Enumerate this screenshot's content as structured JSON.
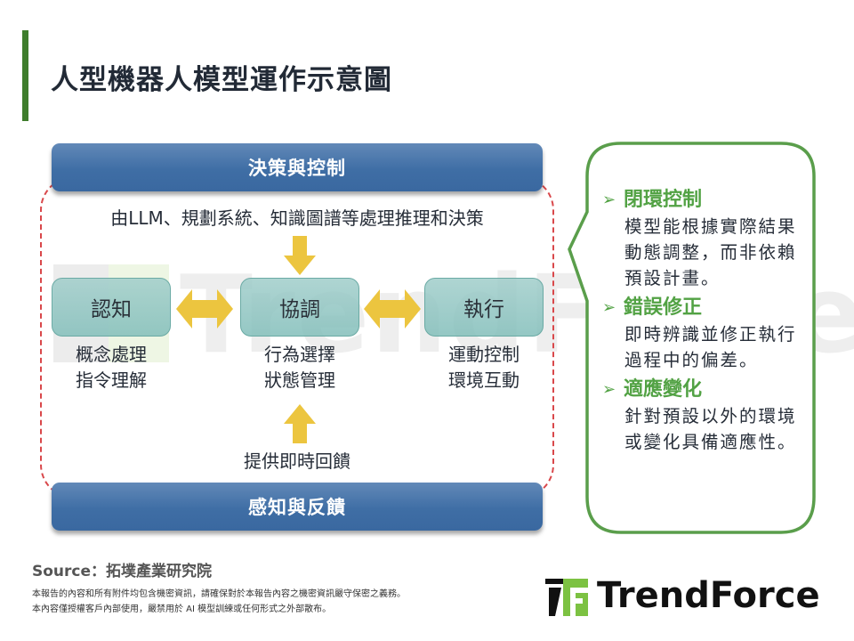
{
  "title": "人型機器人模型運作示意圖",
  "watermark": "TrendForce",
  "diagram": {
    "top_banner": "決策與控制",
    "top_description": "由LLM、規劃系統、知識圖譜等處理推理和決策",
    "nodes": [
      {
        "label": "認知",
        "details": [
          "概念處理",
          "指令理解"
        ]
      },
      {
        "label": "協調",
        "details": [
          "行為選擇",
          "狀態管理"
        ]
      },
      {
        "label": "執行",
        "details": [
          "運動控制",
          "環境互動"
        ]
      }
    ],
    "bottom_description": "提供即時回饋",
    "bottom_banner": "感知與反饋",
    "colors": {
      "banner": "#3f6ea5",
      "node_fill": "#a0cdca",
      "arrow": "#ecc53f",
      "dashed_border": "#d9484b",
      "callout_border": "#5a9e4b",
      "callout_heading": "#52a244",
      "accent_bar": "#3e7d2c"
    }
  },
  "callout": {
    "items": [
      {
        "icon": "arrowhead-bullet",
        "heading": "閉環控制",
        "body": "模型能根據實際結果動態調整，而非依賴預設計畫。"
      },
      {
        "icon": "arrowhead-bullet",
        "heading": "錯誤修正",
        "body": "即時辨識並修正執行過程中的偏差。"
      },
      {
        "icon": "arrowhead-bullet",
        "heading": "適應變化",
        "body": "針對預設以外的環境或變化具備適應性。"
      }
    ]
  },
  "footer": {
    "source": "Source：拓墣產業研究院",
    "notes": [
      "本報告的內容和所有附件均包含機密資訊，請確保對於本報告內容之機密資訊嚴守保密之義務。",
      "本內容僅授權客戶內部使用，嚴禁用於 AI 模型訓練或任何形式之外部散布。"
    ],
    "logo_text": "TrendForce"
  }
}
